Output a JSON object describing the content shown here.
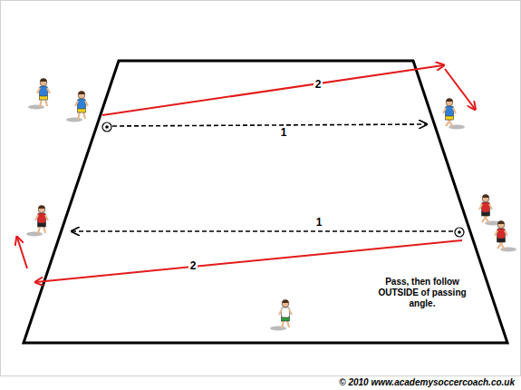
{
  "diagram": {
    "labels": [
      "2",
      "1",
      "1",
      "2",
      "Pass, then follow OUTSIDE of passing angle.",
      "© 2010 www.academysoccercoach.co.uk"
    ]
  }
}
